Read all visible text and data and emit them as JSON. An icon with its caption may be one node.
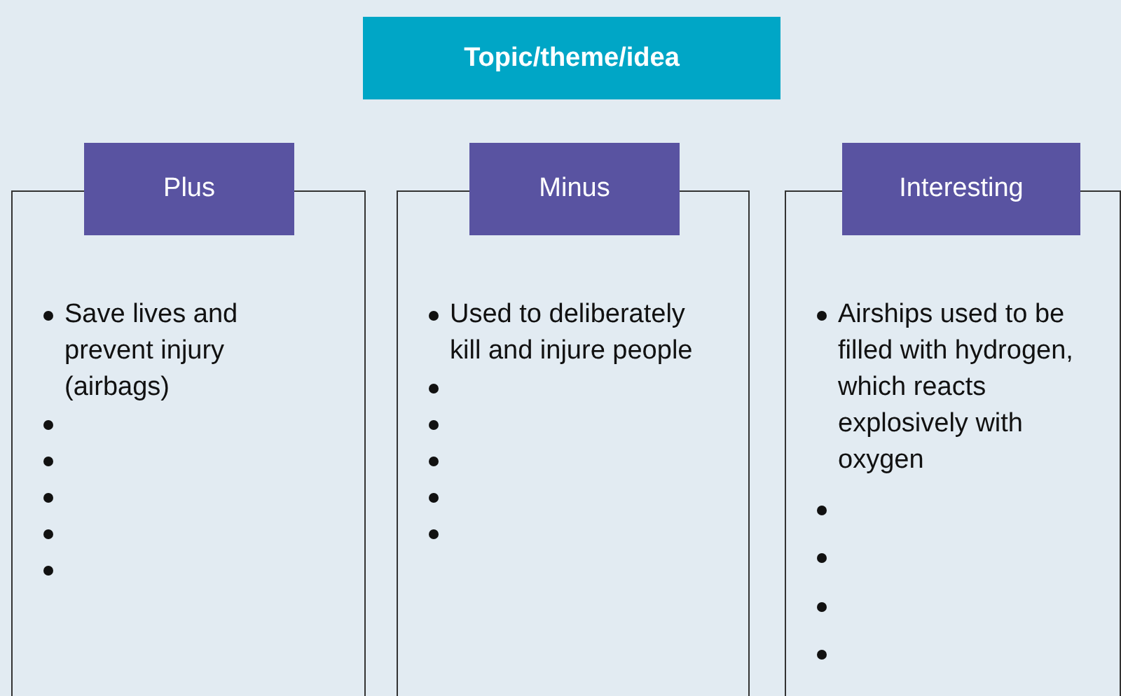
{
  "diagram": {
    "nodes": [
      {
        "text": [
          "Topic/theme/idea"
        ]
      },
      {
        "text": [
          "Plus",
          "Save lives and prevent injury (airbags)"
        ]
      },
      {
        "text": [
          "Minus",
          "Used to deliberately kill and injure people"
        ]
      },
      {
        "text": [
          "Interesting",
          "Airships used to be filled with hydrogen, which reacts explosively with oxygen"
        ]
      }
    ],
    "edges": []
  }
}
